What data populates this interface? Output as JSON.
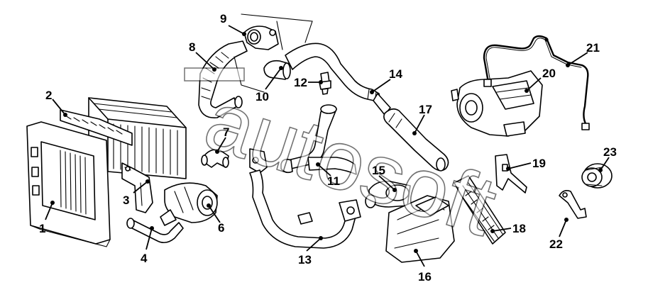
{
  "watermark": {
    "text": "autosoft"
  },
  "parts": [
    {
      "id": "p1",
      "label": "1"
    },
    {
      "id": "p2",
      "label": "2"
    },
    {
      "id": "p3",
      "label": "3"
    },
    {
      "id": "p4",
      "label": "4"
    },
    {
      "id": "p5",
      "label": "6"
    },
    {
      "id": "p6",
      "label": "7"
    },
    {
      "id": "p7",
      "label": "8"
    },
    {
      "id": "p8",
      "label": "9"
    },
    {
      "id": "p9",
      "label": "10"
    },
    {
      "id": "p10",
      "label": "11"
    },
    {
      "id": "p11",
      "label": "12"
    },
    {
      "id": "p12",
      "label": "13"
    },
    {
      "id": "p13",
      "label": "14"
    },
    {
      "id": "p14",
      "label": "15"
    },
    {
      "id": "p15",
      "label": "16"
    },
    {
      "id": "p16",
      "label": "17"
    },
    {
      "id": "p17",
      "label": "18"
    },
    {
      "id": "p18",
      "label": "19"
    },
    {
      "id": "p19",
      "label": "20"
    },
    {
      "id": "p20",
      "label": "21"
    },
    {
      "id": "p21",
      "label": "22"
    },
    {
      "id": "p22",
      "label": "23"
    }
  ]
}
